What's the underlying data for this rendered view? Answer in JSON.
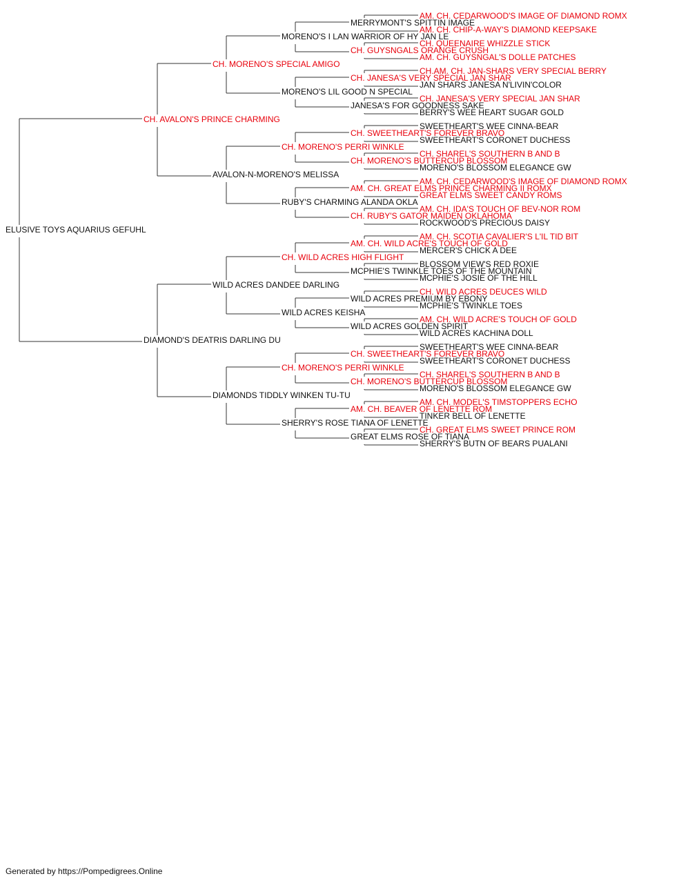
{
  "pedigree": {
    "subject": {
      "name": "ELUSIVE TOYS AQUARIUS GEFUHL",
      "champion": false
    },
    "gen1": [
      {
        "name": "CH. AVALON'S PRINCE CHARMING",
        "champion": true
      },
      {
        "name": "DIAMOND'S DEATRIS DARLING DU",
        "champion": false
      }
    ],
    "gen2": [
      {
        "name": "CH. MORENO'S SPECIAL AMIGO",
        "champion": true
      },
      {
        "name": "AVALON-N-MORENO'S MELISSA",
        "champion": false
      },
      {
        "name": "WILD ACRES DANDEE DARLING",
        "champion": false
      },
      {
        "name": "DIAMONDS TIDDLY WINKEN TU-TU",
        "champion": false
      }
    ],
    "gen3": [
      {
        "name": "MORENO'S I LAN WARRIOR OF HY JAN LE",
        "champion": false
      },
      {
        "name": "MORENO'S LIL GOOD N SPECIAL",
        "champion": false
      },
      {
        "name": "CH. MORENO'S PERRI WINKLE",
        "champion": true
      },
      {
        "name": "RUBY'S CHARMING ALANDA OKLA",
        "champion": false
      },
      {
        "name": "CH. WILD ACRES HIGH FLIGHT",
        "champion": true
      },
      {
        "name": "WILD ACRES KEISHA",
        "champion": false
      },
      {
        "name": "CH. MORENO'S PERRI WINKLE",
        "champion": true
      },
      {
        "name": "SHERRY'S ROSE TIANA OF LENETTE",
        "champion": false
      }
    ],
    "gen4": [
      {
        "name": "MERRYMONT'S SPITTIN IMAGE",
        "champion": false
      },
      {
        "name": "CH. GUYSNGALS ORANGE CRUSH",
        "champion": true
      },
      {
        "name": "CH. JANESA'S VERY SPECIAL JAN SHAR",
        "champion": true
      },
      {
        "name": "JANESA'S FOR GOODNESS SAKE",
        "champion": false
      },
      {
        "name": "CH. SWEETHEART'S FOREVER BRAVO",
        "champion": true
      },
      {
        "name": "CH. MORENO'S BUTTERCUP BLOSSOM",
        "champion": true
      },
      {
        "name": "AM. CH. GREAT ELMS PRINCE CHARMING II ROMX",
        "champion": true
      },
      {
        "name": "CH. RUBY'S GATOR MAIDEN OKLAHOMA",
        "champion": true
      },
      {
        "name": "AM. CH. WILD ACRE'S TOUCH OF GOLD",
        "champion": true
      },
      {
        "name": "MCPHIE'S TWINKLE TOES OF THE MOUNTAIN",
        "champion": false
      },
      {
        "name": "WILD ACRES PREMIUM BY EBONY",
        "champion": false
      },
      {
        "name": "WILD ACRES GOLDEN SPIRIT",
        "champion": false
      },
      {
        "name": "CH. SWEETHEART'S FOREVER BRAVO",
        "champion": true
      },
      {
        "name": "CH. MORENO'S BUTTERCUP BLOSSOM",
        "champion": true
      },
      {
        "name": "AM. CH. BEAVER OF LENETTE ROM",
        "champion": true
      },
      {
        "name": "GREAT ELMS ROSE OF TIANA",
        "champion": false
      }
    ],
    "gen5": [
      {
        "name": "AM. CH. CEDARWOOD'S IMAGE OF DIAMOND ROMX",
        "champion": true
      },
      {
        "name": "AM. CH. CHIP-A-WAY'S DIAMOND KEEPSAKE",
        "champion": true
      },
      {
        "name": "CH. QUEENAIRE WHIZZLE STICK",
        "champion": true
      },
      {
        "name": "AM. CH. GUYSNGAL'S DOLLE PATCHES",
        "champion": true
      },
      {
        "name": "CH.AM. CH. JAN-SHARS VERY SPECIAL BERRY",
        "champion": true
      },
      {
        "name": "JAN SHARS JANESA N'LIVIN'COLOR",
        "champion": false
      },
      {
        "name": "CH. JANESA'S VERY SPECIAL JAN SHAR",
        "champion": true
      },
      {
        "name": "BERRY'S WEE HEART SUGAR GOLD",
        "champion": false
      },
      {
        "name": "SWEETHEART'S WEE CINNA-BEAR",
        "champion": false
      },
      {
        "name": "SWEETHEART'S CORONET DUCHESS",
        "champion": false
      },
      {
        "name": "CH. SHAREL'S SOUTHERN B AND B",
        "champion": true
      },
      {
        "name": "MORENO'S BLOSSOM ELEGANCE GW",
        "champion": false
      },
      {
        "name": "AM. CH. CEDARWOOD'S IMAGE OF DIAMOND ROMX",
        "champion": true
      },
      {
        "name": "GREAT ELMS SWEET CANDY ROMS",
        "champion": true
      },
      {
        "name": "AM. CH. IDA'S TOUCH OF BEV-NOR ROM",
        "champion": true
      },
      {
        "name": "ROCKWOOD'S PRECIOUS DAISY",
        "champion": false
      },
      {
        "name": "AM. CH. SCOTIA CAVALIER'S L'IL TID BIT",
        "champion": true
      },
      {
        "name": "MERCER'S CHICK A DEE",
        "champion": false
      },
      {
        "name": "BLOSSOM VIEW'S RED ROXIE",
        "champion": false
      },
      {
        "name": "MCPHIE'S JOSIE OF THE HILL",
        "champion": false
      },
      {
        "name": "CH. WILD ACRES DEUCES WILD",
        "champion": true
      },
      {
        "name": "MCPHIE'S TWINKLE TOES",
        "champion": false
      },
      {
        "name": "AM. CH. WILD ACRE'S TOUCH OF GOLD",
        "champion": true
      },
      {
        "name": "WILD ACRES KACHINA DOLL",
        "champion": false
      },
      {
        "name": "SWEETHEART'S WEE CINNA-BEAR",
        "champion": false
      },
      {
        "name": "SWEETHEART'S CORONET DUCHESS",
        "champion": false
      },
      {
        "name": "CH. SHAREL'S SOUTHERN B AND B",
        "champion": true
      },
      {
        "name": "MORENO'S BLOSSOM ELEGANCE GW",
        "champion": false
      },
      {
        "name": "AM. CH. MODEL'S TIMSTOPPERS ECHO",
        "champion": true
      },
      {
        "name": "TINKER BELL OF LENETTE",
        "champion": false
      },
      {
        "name": "CH. GREAT ELMS SWEET PRINCE ROM",
        "champion": true
      },
      {
        "name": "SHERRY'S BUTN OF BEARS PUALANI",
        "champion": false
      }
    ]
  },
  "colors": {
    "champion": "#e8000b",
    "plain": "#111111",
    "line": "#333333"
  },
  "footer": {
    "text": "Generated by https://Pompedigrees.Online"
  }
}
